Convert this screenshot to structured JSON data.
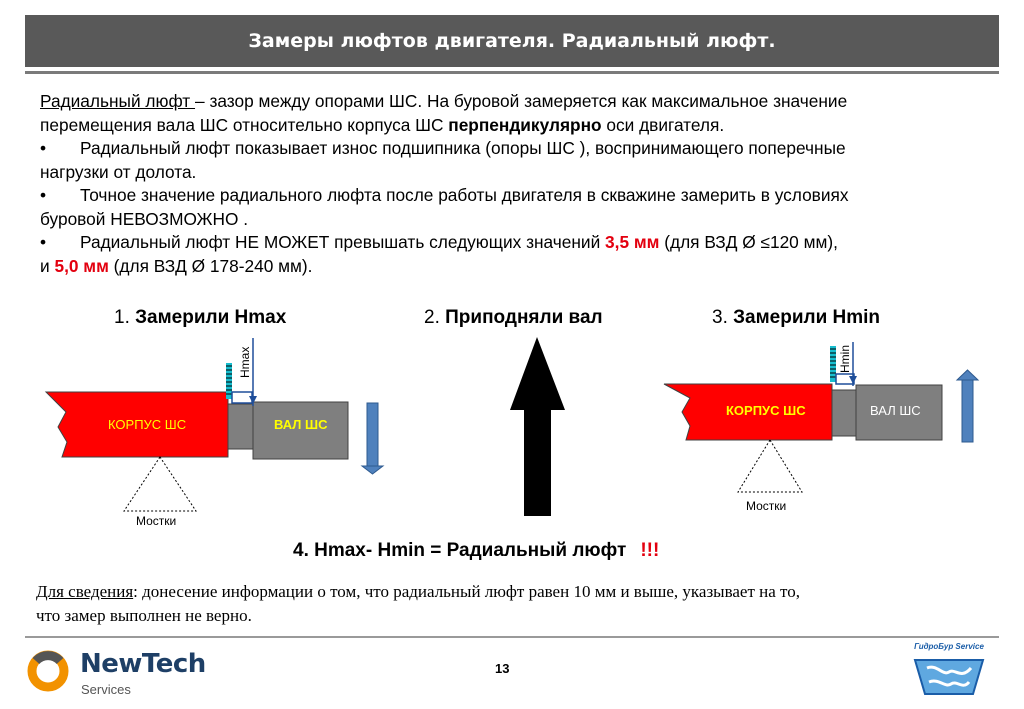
{
  "header": {
    "title": "Замеры люфтов двигателя. Радиальный люфт."
  },
  "intro": {
    "term": "Радиальный люфт ",
    "def_1": "– зазор между опорами ШС. На буровой замеряется как максимальное значение",
    "def_2": "перемещения вала ШС относительно корпуса ШС ",
    "def_bold": "перпендикулярно",
    "def_3": " оси двигателя."
  },
  "bullets": [
    {
      "mark": "•",
      "line1": "Радиальный люфт показывает износ подшипника (опоры ШС ), воспринимающего поперечные",
      "line2": "нагрузки от долота."
    },
    {
      "mark": "•",
      "line1": "Точное значение радиального люфта после работы двигателя в скважине  замерить в условиях",
      "line2": "буровой НЕВОЗМОЖНО ."
    },
    {
      "mark": "•",
      "line1_a": "Радиальный люфт НЕ МОЖЕТ превышать следующих значений ",
      "line1_red": "3,5 мм",
      "line1_b": " (для ВЗД Ø  ≤120 мм),",
      "line2_a": " и ",
      "line2_red": "5,0 мм",
      "line2_b": " (для ВЗД Ø 178-240 мм)."
    }
  ],
  "steps": [
    {
      "num": "1. ",
      "label": "Замерили Hmax"
    },
    {
      "num": "2. ",
      "label": "Приподняли вал"
    },
    {
      "num": "3. ",
      "label": "Замерили Hmin"
    }
  ],
  "diagram": {
    "housing_label": "КОРПУС ШС",
    "shaft_label": "ВАЛ ШС",
    "support_label": "Мостки",
    "hmax_label": "Hmax",
    "hmin_label": "Hmin",
    "colors": {
      "housing": "#ff0000",
      "shaft": "#7f7f7f",
      "arrow": "#4f81bd",
      "ruler": "#17becf",
      "big_arrow": "#000000"
    }
  },
  "formula": {
    "text": "4. Hmax- Hmin = Радиальный люфт",
    "excl": "!!!"
  },
  "note": {
    "term": "Для сведения",
    "line1": ": донесение информации о том, что радиальный люфт равен 10 мм и выше, указывает на то,",
    "line2": "что замер выполнен не верно."
  },
  "footer": {
    "page_number": "13",
    "logo_name": "NewTech",
    "logo_sub": "Services",
    "partner_logo_text": "ГидроБур Service"
  }
}
